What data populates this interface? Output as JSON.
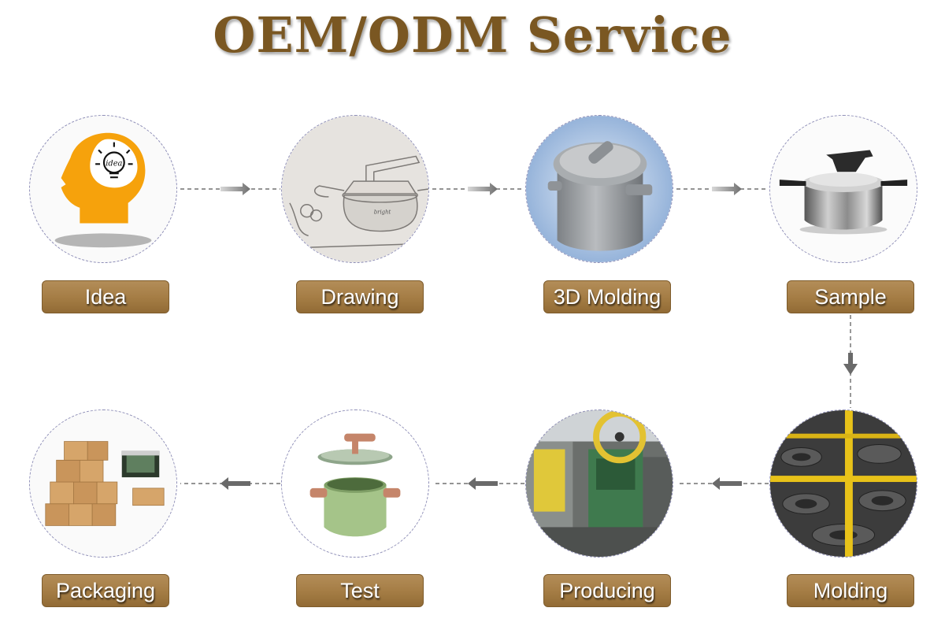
{
  "title": "OEM/ODM Service",
  "steps": [
    {
      "label": "Idea",
      "icon": "idea-head-icon"
    },
    {
      "label": "Drawing",
      "icon": "pot-sketch-icon"
    },
    {
      "label": "3D Molding",
      "icon": "pot-3d-model-icon"
    },
    {
      "label": "Sample",
      "icon": "pressure-cooker-icon"
    },
    {
      "label": "Molding",
      "icon": "metal-molds-icon"
    },
    {
      "label": "Producing",
      "icon": "factory-press-icon"
    },
    {
      "label": "Test",
      "icon": "green-pot-icon"
    },
    {
      "label": "Packaging",
      "icon": "cardboard-boxes-icon"
    }
  ],
  "colors": {
    "title": "#7a5722",
    "label_fill": "#a47c44",
    "label_text": "#ffffff",
    "connector": "#555555",
    "circle_border": "#8f8fb8"
  }
}
